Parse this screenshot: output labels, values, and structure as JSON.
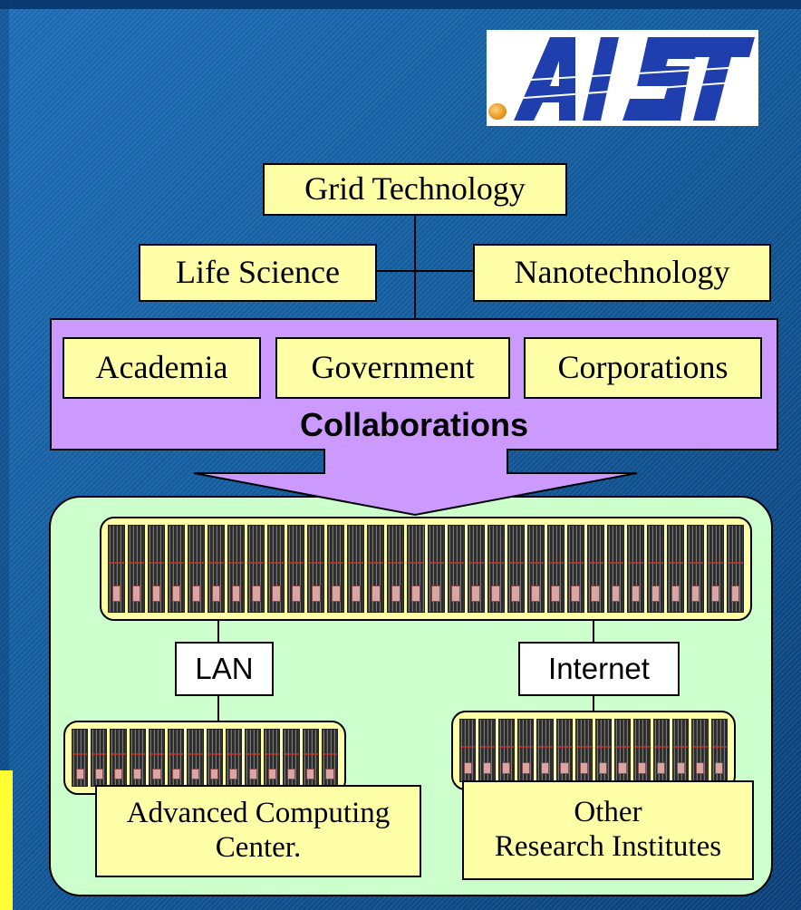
{
  "logo": {
    "text": "AIST",
    "prefix": "."
  },
  "fields": {
    "grid": "Grid Technology",
    "life": "Life Science",
    "nano": "Nanotechnology"
  },
  "partners": {
    "academia": "Academia",
    "government": "Government",
    "corporations": "Corporations",
    "label": "Collaborations"
  },
  "network": {
    "lan": "LAN",
    "internet": "Internet"
  },
  "sites": {
    "acc_line1": "Advanced Computing",
    "acc_line2": "Center.",
    "other_line1": "Other",
    "other_line2": "Research Institutes"
  },
  "colors": {
    "background": "#145d9e",
    "box_fill": "#ffffa8",
    "collab_fill": "#cc99ff",
    "platform_fill": "#ccffcc",
    "logo_blue": "#1f3fae",
    "logo_dot": "#f0a020"
  }
}
